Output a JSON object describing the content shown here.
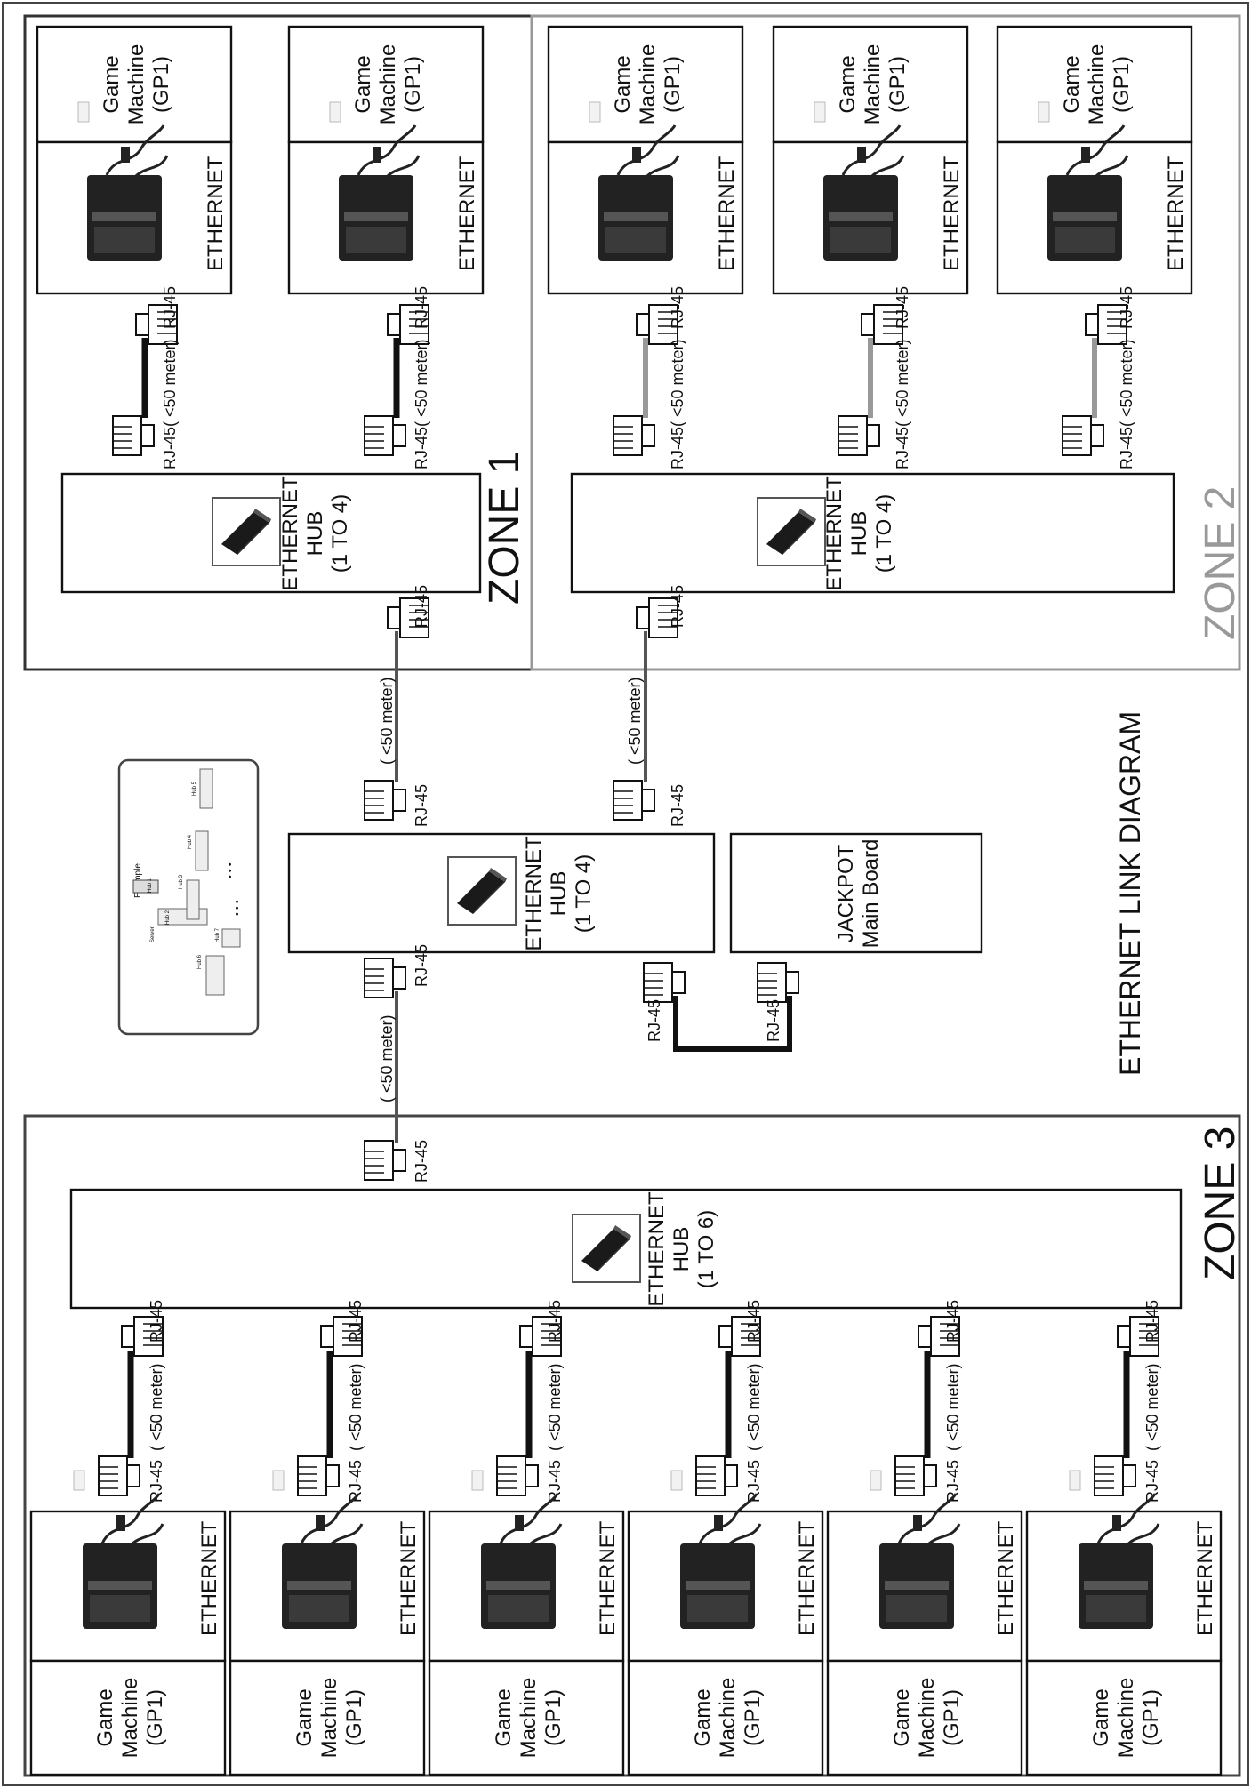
{
  "diagram": {
    "title": "ETHERNET LINK DIAGRAM",
    "zones": [
      "ZONE 1",
      "ZONE 2",
      "ZONE 3"
    ],
    "hub_main": {
      "line1": "ETHERNET",
      "line2": "HUB",
      "line3": "(1 TO 4)"
    },
    "hub_zone1": {
      "line1": "ETHERNET",
      "line2": "HUB",
      "line3": "(1 TO 4)"
    },
    "hub_zone2": {
      "line1": "ETHERNET",
      "line2": "HUB",
      "line3": "(1 TO 4)"
    },
    "hub_zone3": {
      "line1": "ETHERNET",
      "line2": "HUB",
      "line3": "(1 TO 6)"
    },
    "jackpot": {
      "line1": "JACKPOT",
      "line2": "Main Board"
    },
    "game_machine": {
      "line1": "Game",
      "line2": "Machine",
      "line3": "(GP1)"
    },
    "ethernet_label": "ETHERNET",
    "cable_label": "( <50 meter)",
    "rj45_label": "RJ-45",
    "inset": {
      "title": "Example",
      "server": "Server",
      "hubs": [
        "Hub 1",
        "Hub 2",
        "Hub 3",
        "Hub 4",
        "Hub 5",
        "Hub 6",
        "Hub 7"
      ],
      "ellipsis": "• • •"
    }
  },
  "colors": {
    "zone1": "#333333",
    "zone2": "#888888",
    "zone3": "#444444",
    "cable": "#111111",
    "cable_light": "#999999"
  }
}
